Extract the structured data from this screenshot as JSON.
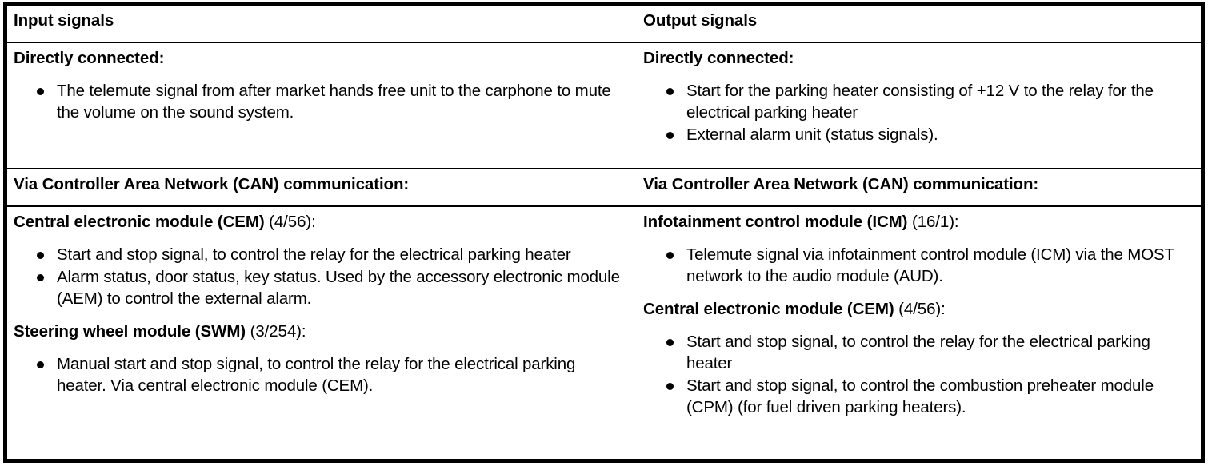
{
  "table": {
    "columns": [
      {
        "header": "Input signals"
      },
      {
        "header": "Output signals"
      }
    ],
    "rows": {
      "direct": {
        "left": {
          "heading": "Directly connected:",
          "bullets": [
            "The telemute signal from after market hands free unit to the carphone to mute the volume on the sound system."
          ]
        },
        "right": {
          "heading": "Directly connected:",
          "bullets": [
            "Start for the parking heater consisting of +12 V to the relay for the electrical parking heater",
            "External alarm unit (status signals)."
          ]
        }
      },
      "can_header": {
        "left": "Via Controller Area Network (CAN) communication:",
        "right": "Via Controller Area Network (CAN) communication:"
      },
      "can_body": {
        "left": {
          "sections": [
            {
              "title_bold": "Central electronic module (CEM)",
              "title_regular": " (4/56):",
              "bullets": [
                "Start and stop signal, to control the relay for the electrical parking heater",
                "Alarm status, door status, key status. Used by the accessory electronic module (AEM) to control the external alarm."
              ]
            },
            {
              "title_bold": "Steering wheel module (SWM)",
              "title_regular": " (3/254):",
              "bullets": [
                "Manual start and stop signal, to control the relay for the electrical parking heater. Via central electronic module (CEM)."
              ]
            }
          ]
        },
        "right": {
          "sections": [
            {
              "title_bold": "Infotainment control module (ICM)",
              "title_regular": " (16/1):",
              "bullets": [
                "Telemute signal via infotainment control module (ICM) via the MOST network to the audio module (AUD)."
              ]
            },
            {
              "title_bold": "Central electronic module (CEM)",
              "title_regular": " (4/56):",
              "bullets": [
                "Start and stop signal, to control the relay for the electrical parking heater",
                "Start and stop signal, to control the combustion preheater module (CPM) (for fuel driven parking heaters)."
              ]
            }
          ]
        }
      }
    }
  },
  "style": {
    "text_color": "#000000",
    "background_color": "#ffffff",
    "border_color": "#000000"
  }
}
